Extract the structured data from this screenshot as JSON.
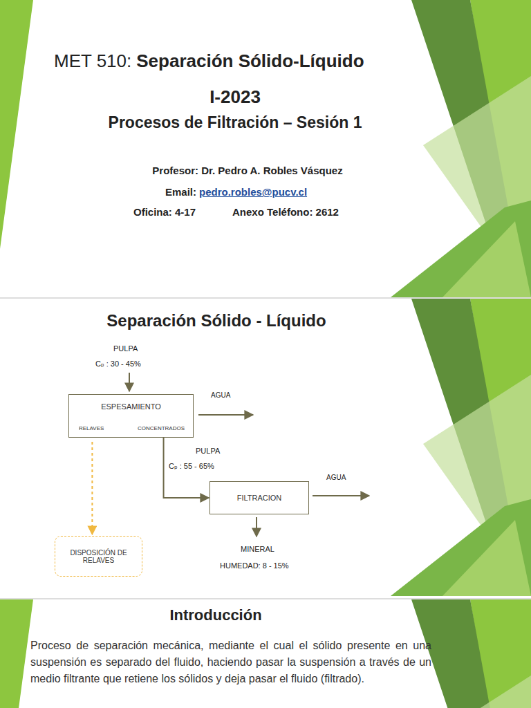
{
  "diagram": {
    "title": "Separación Sólido - Líquido",
    "nodes": [
      {
        "text": [
          "ESPESAMIENTO",
          "RELAVES",
          "CONCENTRADOS"
        ]
      },
      {
        "text": [
          "FILTRACION"
        ]
      },
      {
        "text": [
          "DISPOSICIÓN DE RELAVES"
        ]
      }
    ],
    "edges": [
      {
        "from": 0,
        "to": 1,
        "arrow": "to"
      },
      {
        "from": 0,
        "to": 2,
        "arrow": "to"
      }
    ],
    "labels": [
      "MET 510:",
      "Separación Sólido-Líquido",
      "I-2023",
      "Procesos de Filtración – Sesión 1",
      "Profesor: Dr. Pedro A. Robles Vásquez",
      "Email:",
      "pedro.robles@pucv.cl",
      "Oficina: 4-17",
      "Anexo Teléfono: 2612",
      "PULPA",
      "Cₚ : 30 - 45%",
      "AGUA",
      "PULPA",
      "Cₚ : 55 - 65%",
      "AGUA",
      "MINERAL",
      "HUMEDAD: 8 - 15%",
      "Introducción",
      "Proceso de separación mecánica, mediante el cual el sólido presente en una suspensión es separado del fluido, haciendo pasar la suspensión a través de un medio filtrante que retiene los sólidos y deja pasar el fluido (filtrado)."
    ]
  }
}
